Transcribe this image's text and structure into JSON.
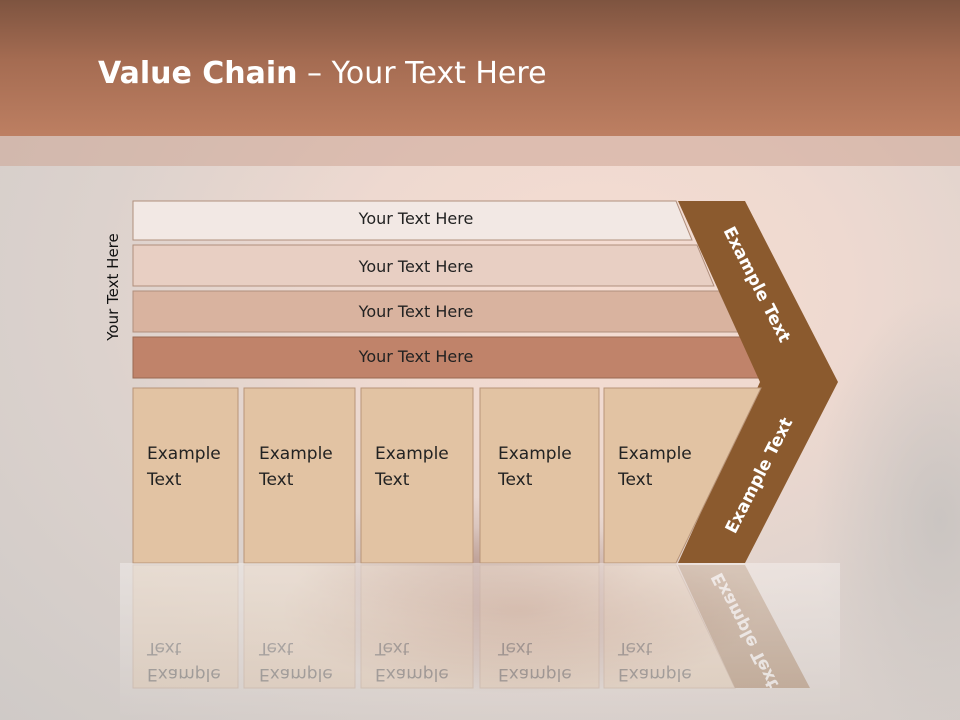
{
  "title": {
    "bold": "Value Chain",
    "rest": " – Your Text Here"
  },
  "side_label": "Your Text Here",
  "rows": [
    {
      "label": "Your Text Here",
      "color": "#f2e8e4"
    },
    {
      "label": "Your Text Here",
      "color": "#e8cfc3"
    },
    {
      "label": "Your Text Here",
      "color": "#d9b39f"
    },
    {
      "label": "Your Text Here",
      "color": "#c0836a"
    }
  ],
  "boxes": [
    {
      "line1": "Example",
      "line2": "Text"
    },
    {
      "line1": "Example",
      "line2": "Text"
    },
    {
      "line1": "Example",
      "line2": "Text"
    },
    {
      "line1": "Example",
      "line2": "Text"
    },
    {
      "line1": "Example",
      "line2": "Text"
    }
  ],
  "arrow": {
    "upper_label": "Example Text",
    "lower_label": "Example Text",
    "color": "#8b5a2e"
  },
  "colors": {
    "header": "#b07258",
    "box_fill": "#e2c3a3",
    "box_stroke": "#b89478"
  }
}
